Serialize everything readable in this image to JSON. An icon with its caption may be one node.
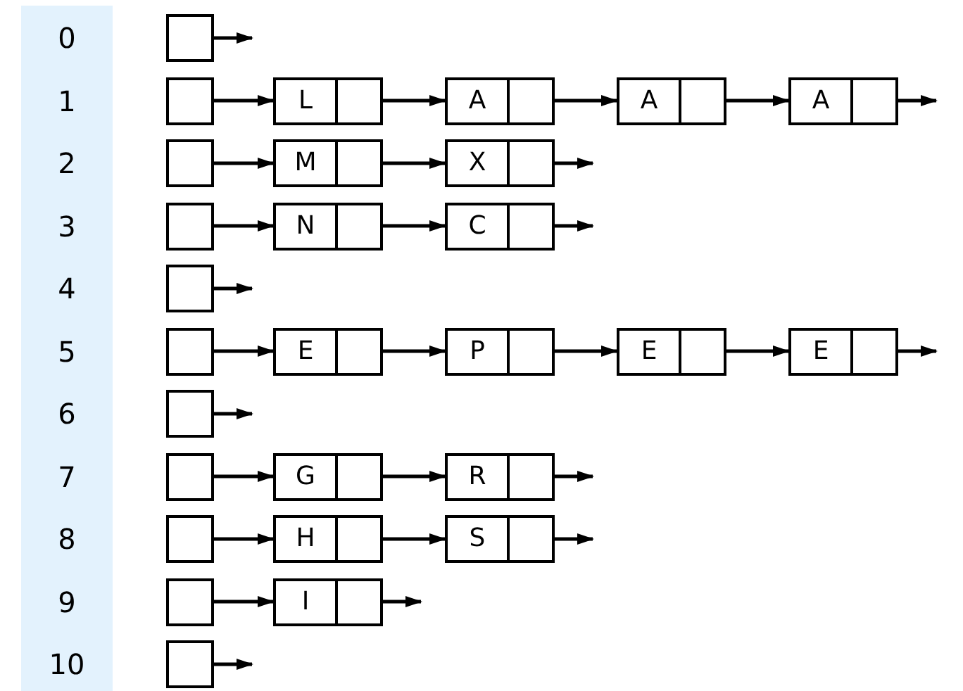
{
  "diagram": {
    "nodes": [
      {
        "text": [
          "0",
          "1",
          "2",
          "3",
          "4",
          "5",
          "6",
          "7",
          "8",
          "9",
          "10"
        ]
      },
      {
        "text": [],
        "shape": "box"
      },
      {
        "text": [],
        "shape": "box"
      },
      {
        "text": [
          "L"
        ]
      },
      {
        "text": [
          "A"
        ]
      },
      {
        "text": [
          "A"
        ]
      },
      {
        "text": [
          "A"
        ]
      },
      {
        "text": [],
        "shape": "box"
      },
      {
        "text": [
          "M"
        ]
      },
      {
        "text": [
          "X"
        ]
      },
      {
        "text": [],
        "shape": "box"
      },
      {
        "text": [
          "N"
        ]
      },
      {
        "text": [
          "C"
        ]
      },
      {
        "text": [],
        "shape": "box"
      },
      {
        "text": [],
        "shape": "box"
      },
      {
        "text": [
          "E"
        ]
      },
      {
        "text": [
          "P"
        ]
      },
      {
        "text": [
          "E"
        ]
      },
      {
        "text": [
          "E"
        ]
      },
      {
        "text": [],
        "shape": "box"
      },
      {
        "text": [],
        "shape": "box"
      },
      {
        "text": [
          "G"
        ]
      },
      {
        "text": [
          "R"
        ]
      },
      {
        "text": [],
        "shape": "box"
      },
      {
        "text": [
          "H"
        ]
      },
      {
        "text": [
          "S"
        ]
      },
      {
        "text": [],
        "shape": "box"
      },
      {
        "text": [
          "I"
        ]
      },
      {
        "text": [],
        "shape": "box"
      }
    ],
    "edges": [
      {
        "from": 1,
        "to": null,
        "arrow": "to"
      },
      {
        "from": 2,
        "to": 3,
        "arrow": "to"
      },
      {
        "from": 3,
        "to": 4,
        "arrow": "to"
      },
      {
        "from": 4,
        "to": 5,
        "arrow": "to"
      },
      {
        "from": 5,
        "to": 6,
        "arrow": "to"
      },
      {
        "from": 6,
        "to": null,
        "arrow": "to"
      },
      {
        "from": 7,
        "to": 8,
        "arrow": "to"
      },
      {
        "from": 8,
        "to": 9,
        "arrow": "to"
      },
      {
        "from": 9,
        "to": null,
        "arrow": "to"
      },
      {
        "from": 10,
        "to": 11,
        "arrow": "to"
      },
      {
        "from": 11,
        "to": 12,
        "arrow": "to"
      },
      {
        "from": 12,
        "to": null,
        "arrow": "to"
      },
      {
        "from": 13,
        "to": null,
        "arrow": "to"
      },
      {
        "from": 14,
        "to": 15,
        "arrow": "to"
      },
      {
        "from": 15,
        "to": 16,
        "arrow": "to"
      },
      {
        "from": 16,
        "to": 17,
        "arrow": "to"
      },
      {
        "from": 17,
        "to": 18,
        "arrow": "to"
      },
      {
        "from": 18,
        "to": null,
        "arrow": "to"
      },
      {
        "from": 19,
        "to": null,
        "arrow": "to"
      },
      {
        "from": 20,
        "to": 21,
        "arrow": "to"
      },
      {
        "from": 21,
        "to": 22,
        "arrow": "to"
      },
      {
        "from": 22,
        "to": null,
        "arrow": "to"
      },
      {
        "from": 23,
        "to": 24,
        "arrow": "to"
      },
      {
        "from": 24,
        "to": 25,
        "arrow": "to"
      },
      {
        "from": 25,
        "to": null,
        "arrow": "to"
      },
      {
        "from": 26,
        "to": 27,
        "arrow": "to"
      },
      {
        "from": 27,
        "to": null,
        "arrow": "to"
      },
      {
        "from": 28,
        "to": null,
        "arrow": "to"
      }
    ]
  }
}
